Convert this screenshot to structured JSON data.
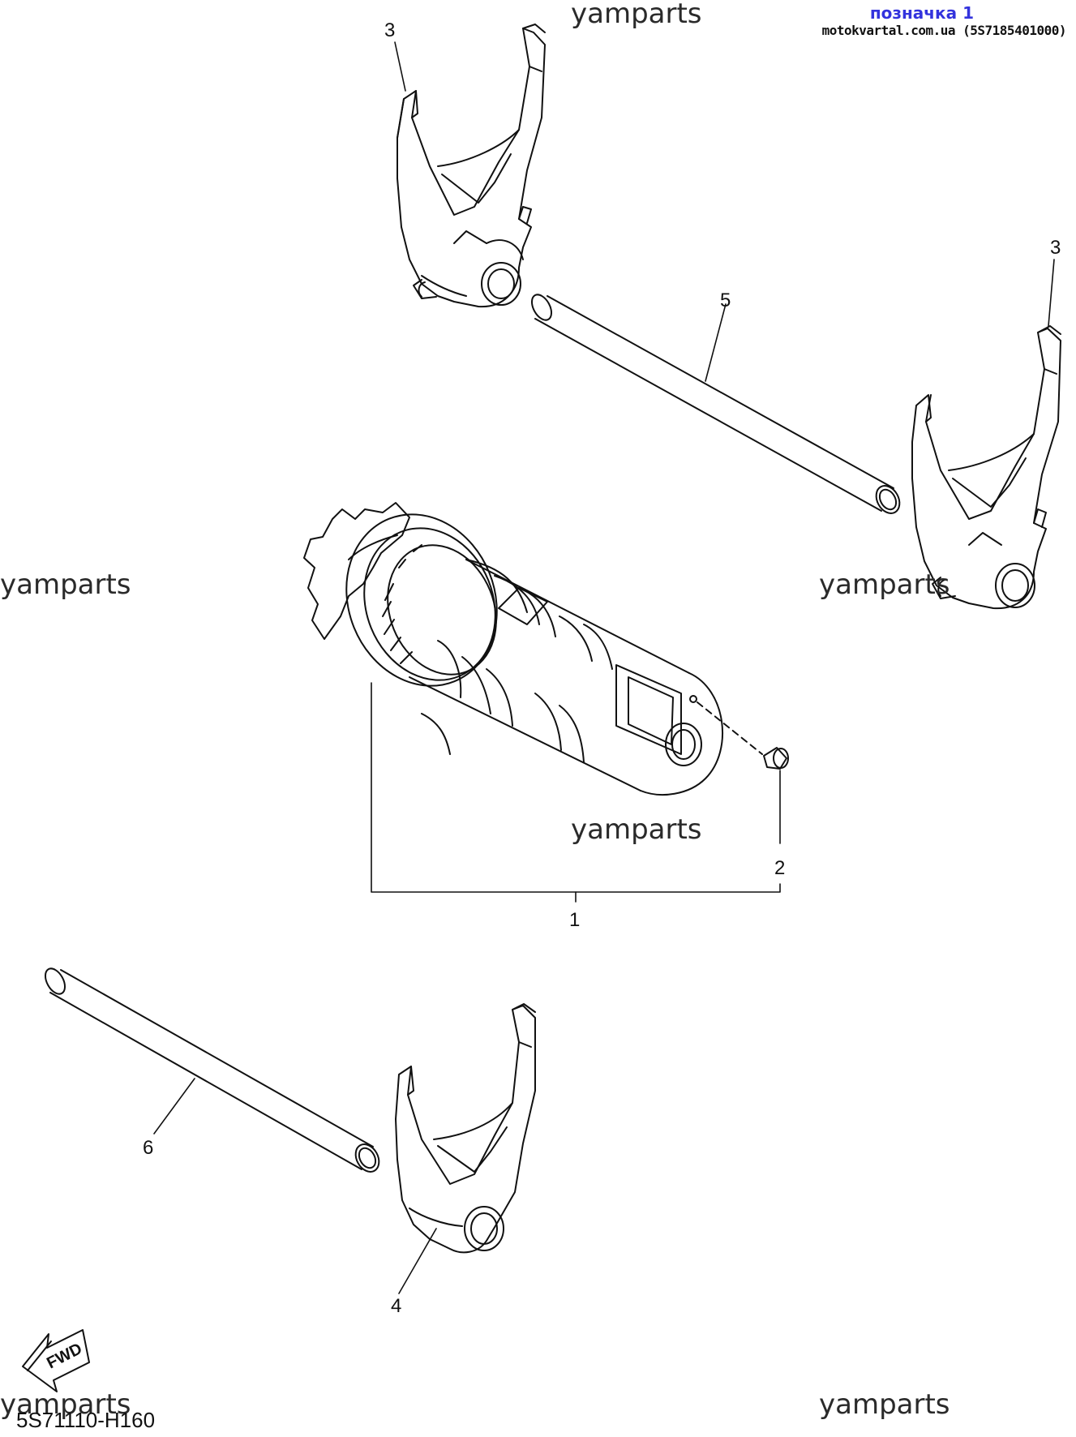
{
  "header": {
    "title": "позначка 1",
    "title_color": "#3333dd",
    "source": "motokvartal.com.ua (5S7185401000)"
  },
  "watermarks": [
    "yamparts",
    "yamparts",
    "yamparts",
    "yamparts",
    "yamparts",
    "yamparts"
  ],
  "callouts": {
    "c1": "1",
    "c2": "2",
    "c3a": "3",
    "c3b": "3",
    "c4": "4",
    "c5": "5",
    "c6": "6"
  },
  "fwd_label": "FWD",
  "diagram_code": "5S71110-H160"
}
